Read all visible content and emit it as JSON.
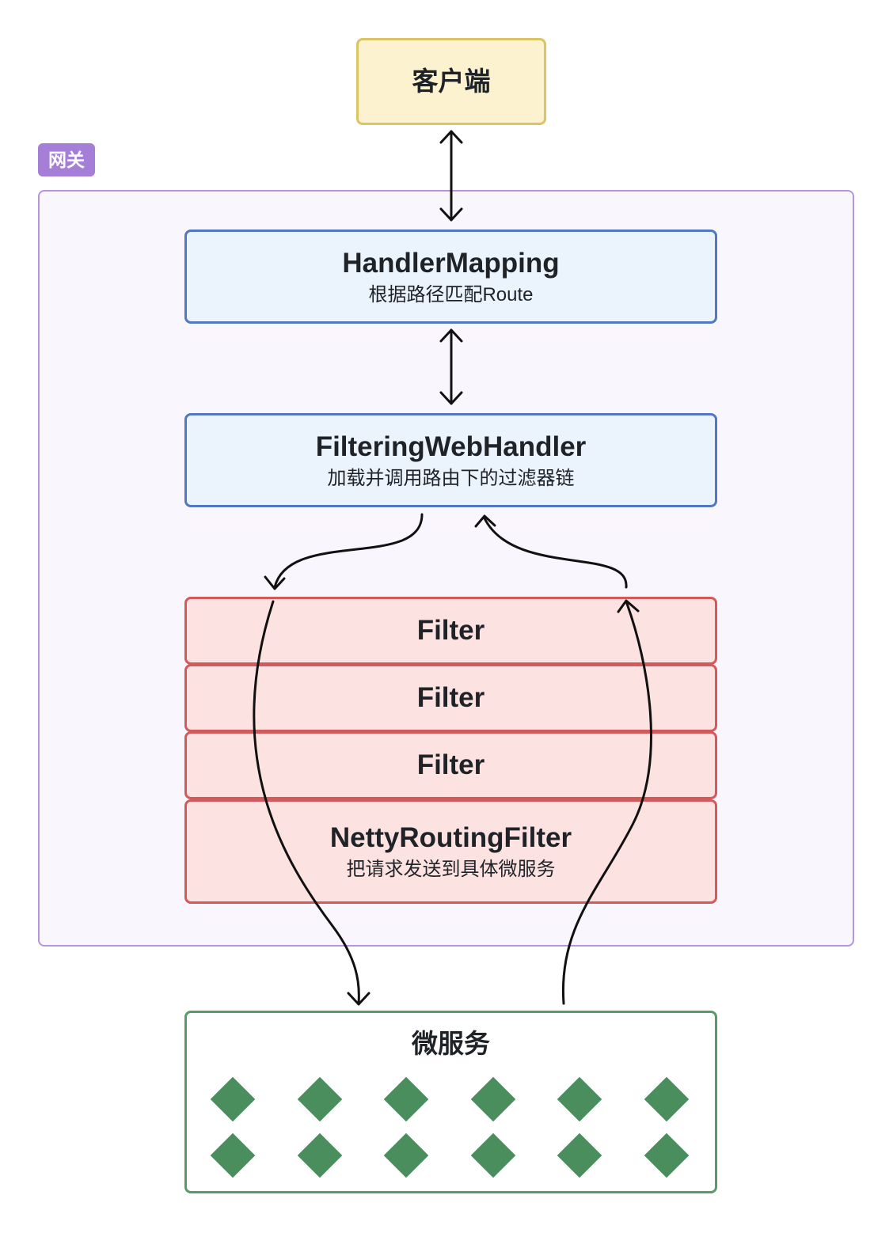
{
  "client": {
    "label": "客户端"
  },
  "gateway": {
    "label": "网关"
  },
  "handler_mapping": {
    "title": "HandlerMapping",
    "subtitle": "根据路径匹配Route"
  },
  "filtering_web_handler": {
    "title": "FilteringWebHandler",
    "subtitle": "加载并调用路由下的过滤器链"
  },
  "filters": [
    {
      "title": "Filter"
    },
    {
      "title": "Filter"
    },
    {
      "title": "Filter"
    }
  ],
  "netty_routing_filter": {
    "title": "NettyRoutingFilter",
    "subtitle": "把请求发送到具体微服务"
  },
  "microservices": {
    "title": "微服务",
    "instance_rows": 2,
    "instances_per_row": 6
  },
  "colors": {
    "client_fill": "#fdf2cf",
    "client_border": "#dcc364",
    "gateway_badge": "#a57ed7",
    "gateway_border": "#b496de",
    "handler_fill": "#ebf3fc",
    "handler_border": "#5278c4",
    "filter_fill": "#fde2e2",
    "filter_border": "#d4595b",
    "service_border": "#5a9a68",
    "service_diamond": "#4a8e5e"
  }
}
